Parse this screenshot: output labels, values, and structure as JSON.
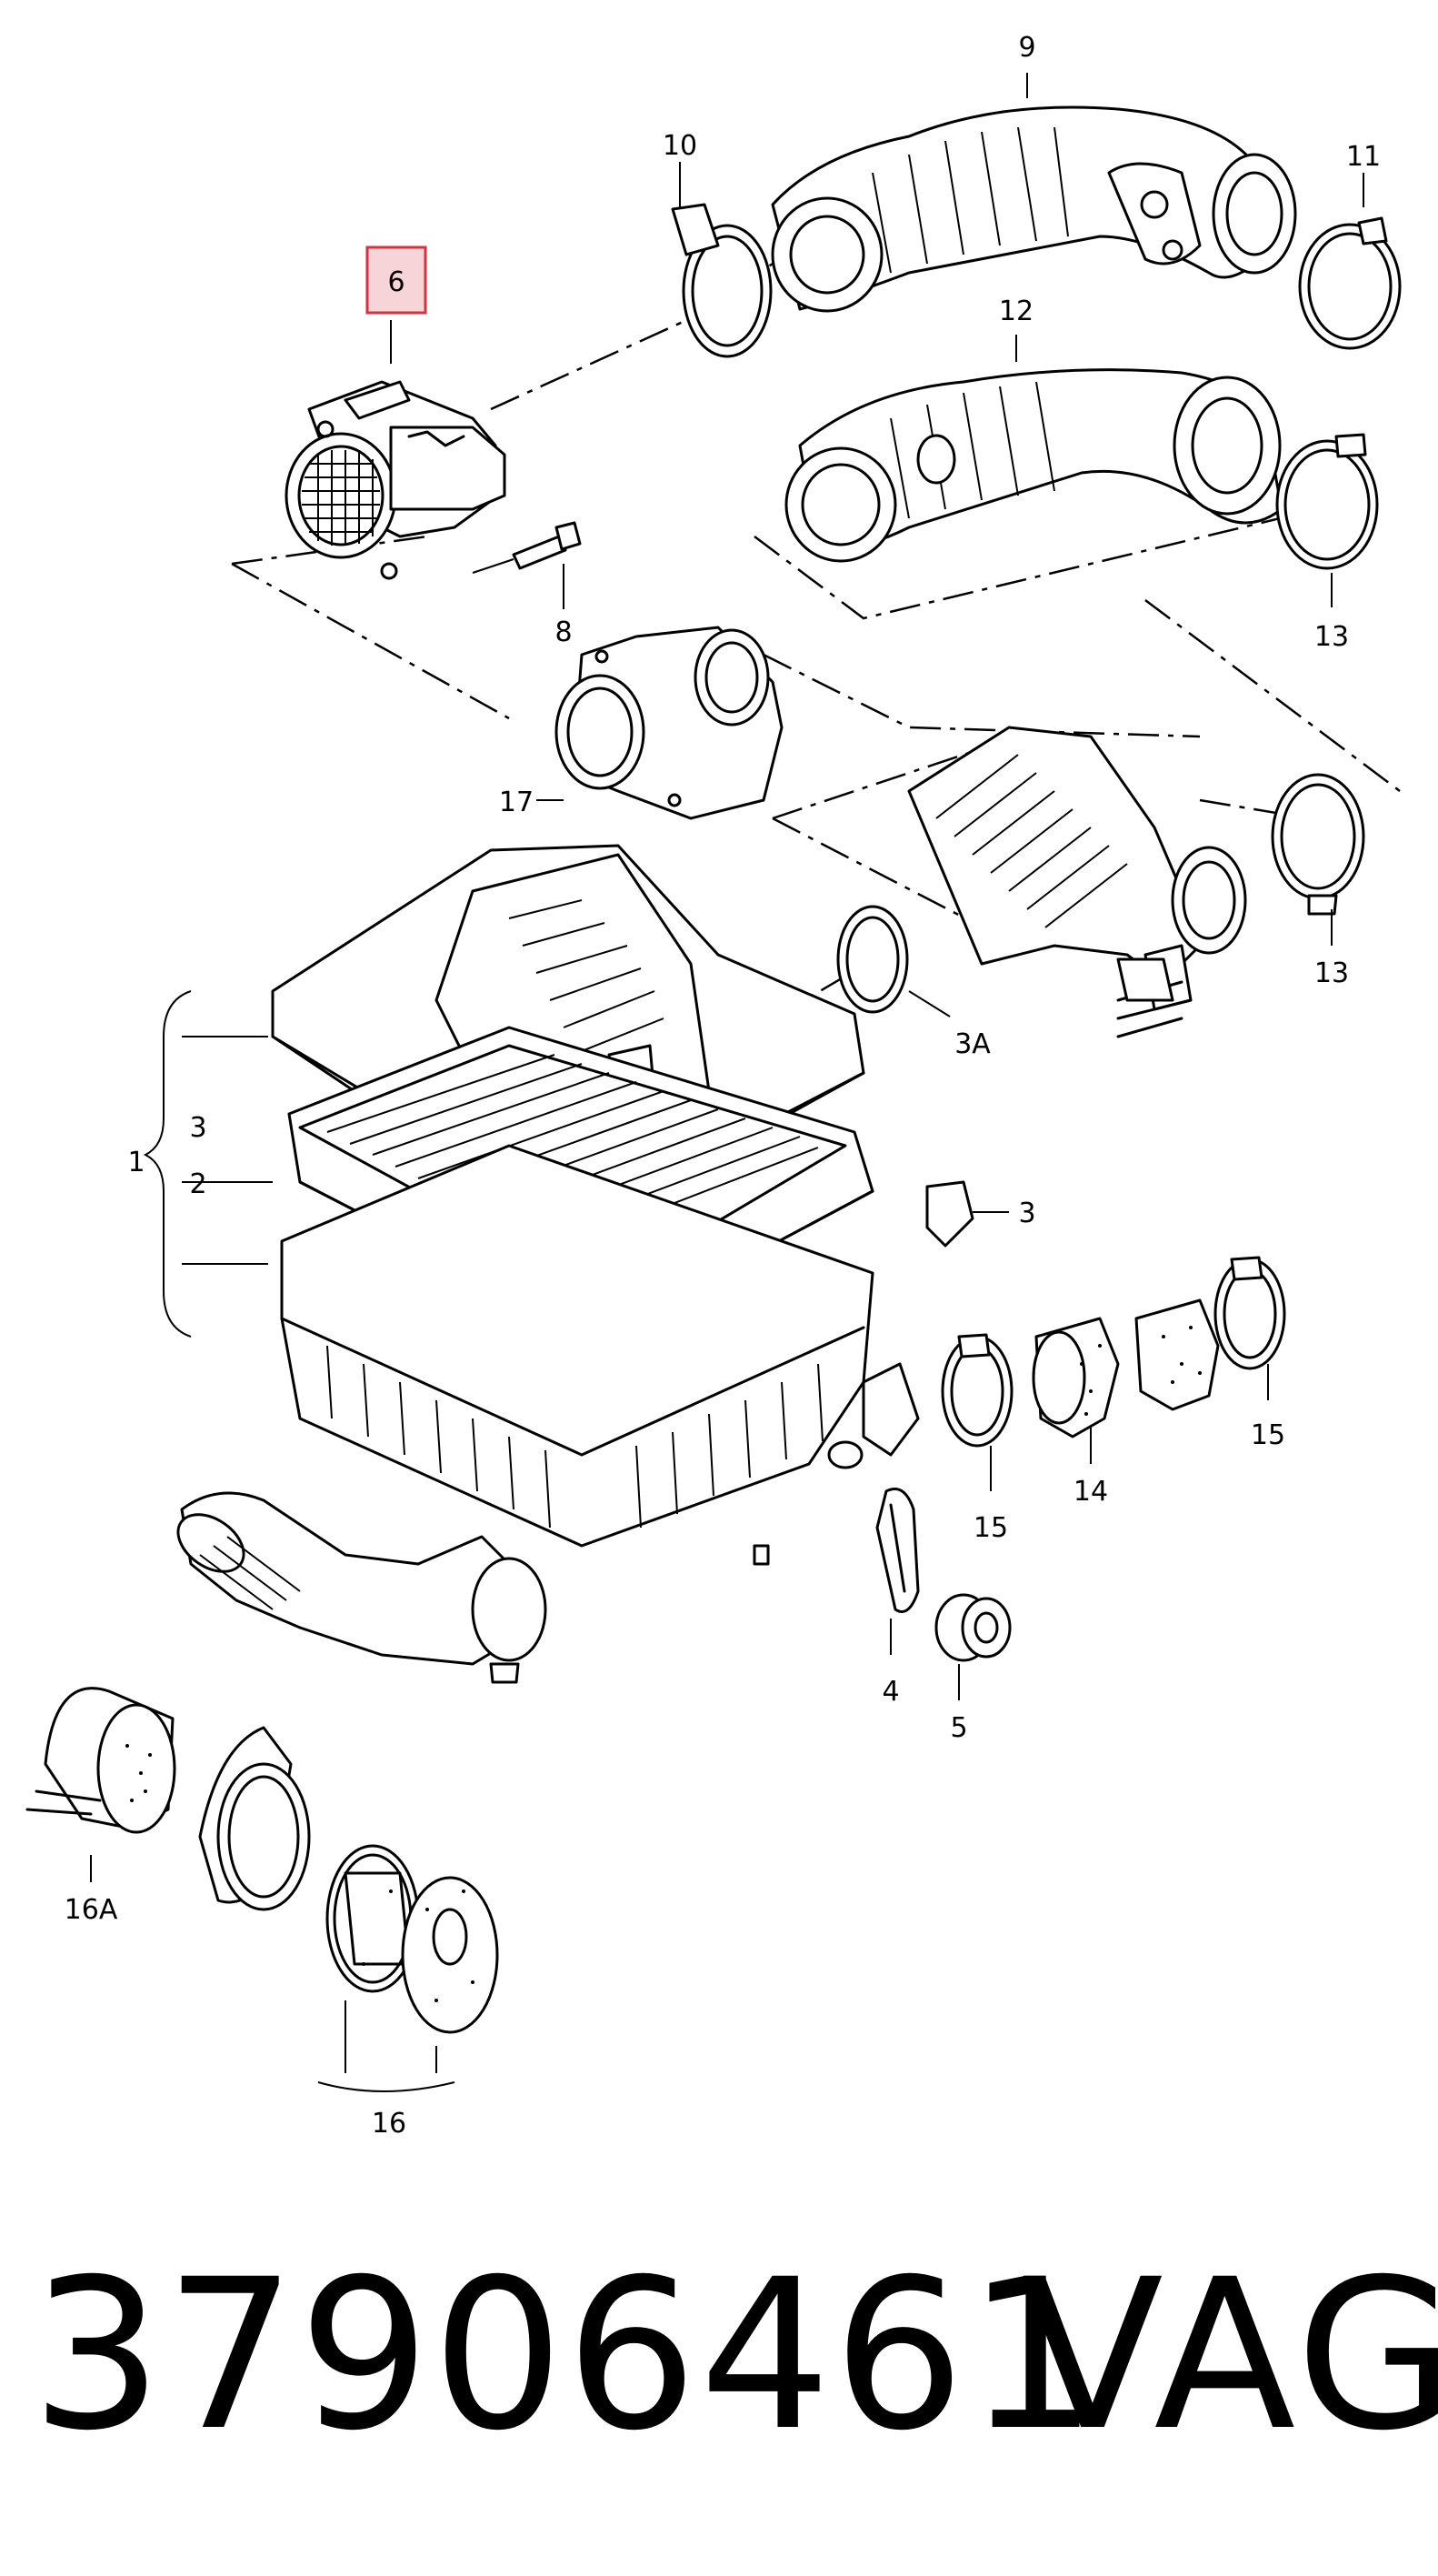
{
  "diagram": {
    "highlighted_callout": "6",
    "callouts": {
      "c1": "1",
      "c2": "2",
      "c3a": "3",
      "c3b": "3",
      "c3A": "3A",
      "c4": "4",
      "c5": "5",
      "c6": "6",
      "c8": "8",
      "c9": "9",
      "c10": "10",
      "c11": "11",
      "c12": "12",
      "c13a": "13",
      "c13b": "13",
      "c14": "14",
      "c15a": "15",
      "c15b": "15",
      "c16": "16",
      "c16A": "16A",
      "c17": "17"
    },
    "colors": {
      "highlight_fill": "#f6d4d8",
      "highlight_border": "#d8303c",
      "line": "#000000"
    }
  },
  "footer": {
    "part_number": "37906461",
    "brand": "VAG"
  }
}
